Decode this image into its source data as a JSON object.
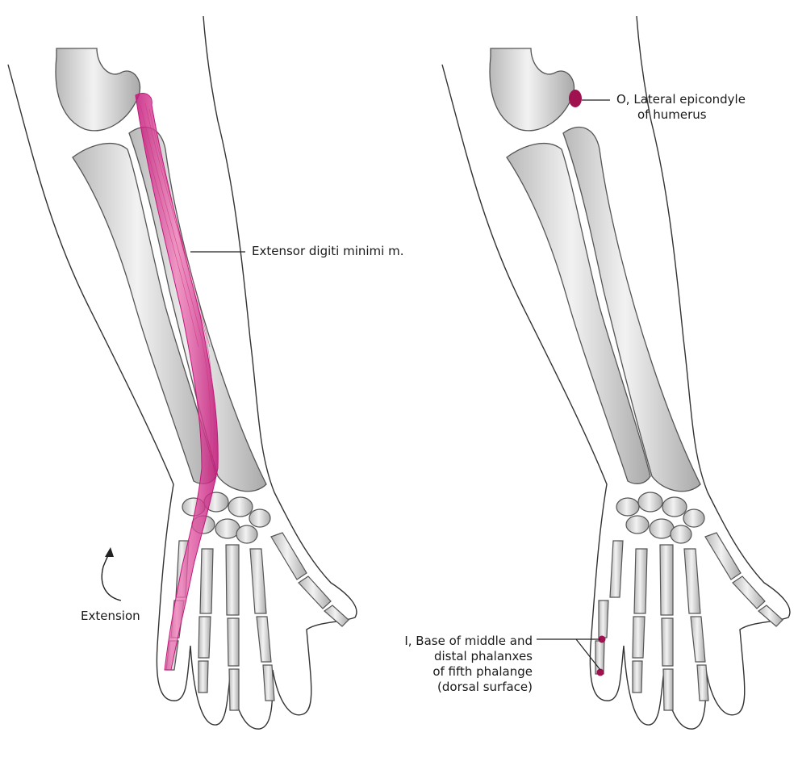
{
  "left_panel": {
    "muscle_label": "Extensor digiti minimi m.",
    "action_label": "Extension"
  },
  "right_panel": {
    "origin_label": [
      "O, Lateral epicondyle",
      "of humerus"
    ],
    "insertion_label": [
      "I, Base of middle and",
      "distal phalanxes",
      "of fifth phalange",
      "(dorsal surface)"
    ]
  },
  "colors": {
    "muscle": "#e0409a",
    "attachment": "#a0124f",
    "bone_fill": "#e9e9e9",
    "bone_stroke": "#555555",
    "outline": "#333333"
  }
}
